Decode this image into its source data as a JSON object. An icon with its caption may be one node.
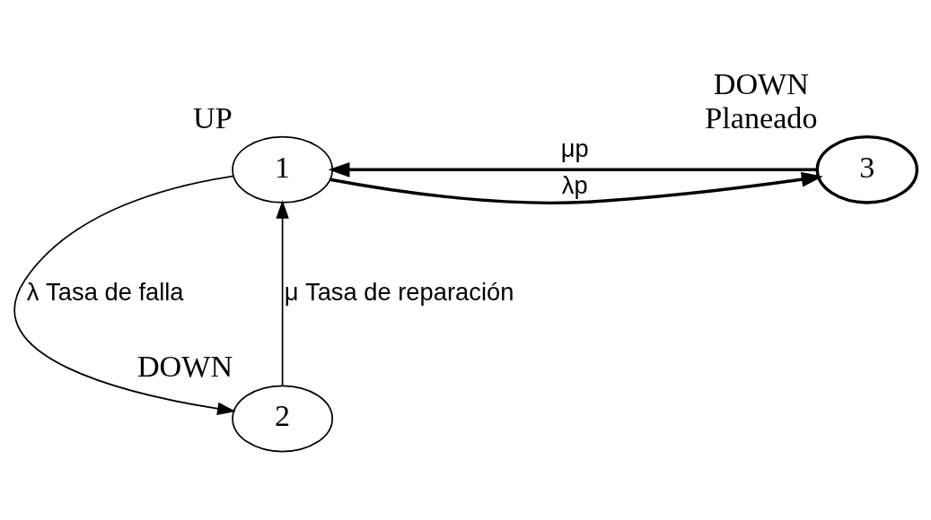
{
  "diagram": {
    "nodes": [
      {
        "text": [
          "1"
        ],
        "beside": [
          "UP"
        ]
      },
      {
        "text": [
          "2"
        ],
        "beside": [
          "DOWN"
        ]
      },
      {
        "text": [
          "3"
        ],
        "beside": [
          "DOWN",
          "Planeado"
        ]
      }
    ],
    "edges": [
      {
        "from": 0,
        "to": 2,
        "arrow": "to",
        "label": "λp",
        "style": "thick"
      },
      {
        "from": 2,
        "to": 0,
        "arrow": "to",
        "label": "μp",
        "style": "thick"
      },
      {
        "from": 0,
        "to": 1,
        "arrow": "to",
        "label": "λ Tasa de falla"
      },
      {
        "from": 1,
        "to": 0,
        "arrow": "to",
        "label": "μ Tasa de reparación"
      }
    ]
  }
}
